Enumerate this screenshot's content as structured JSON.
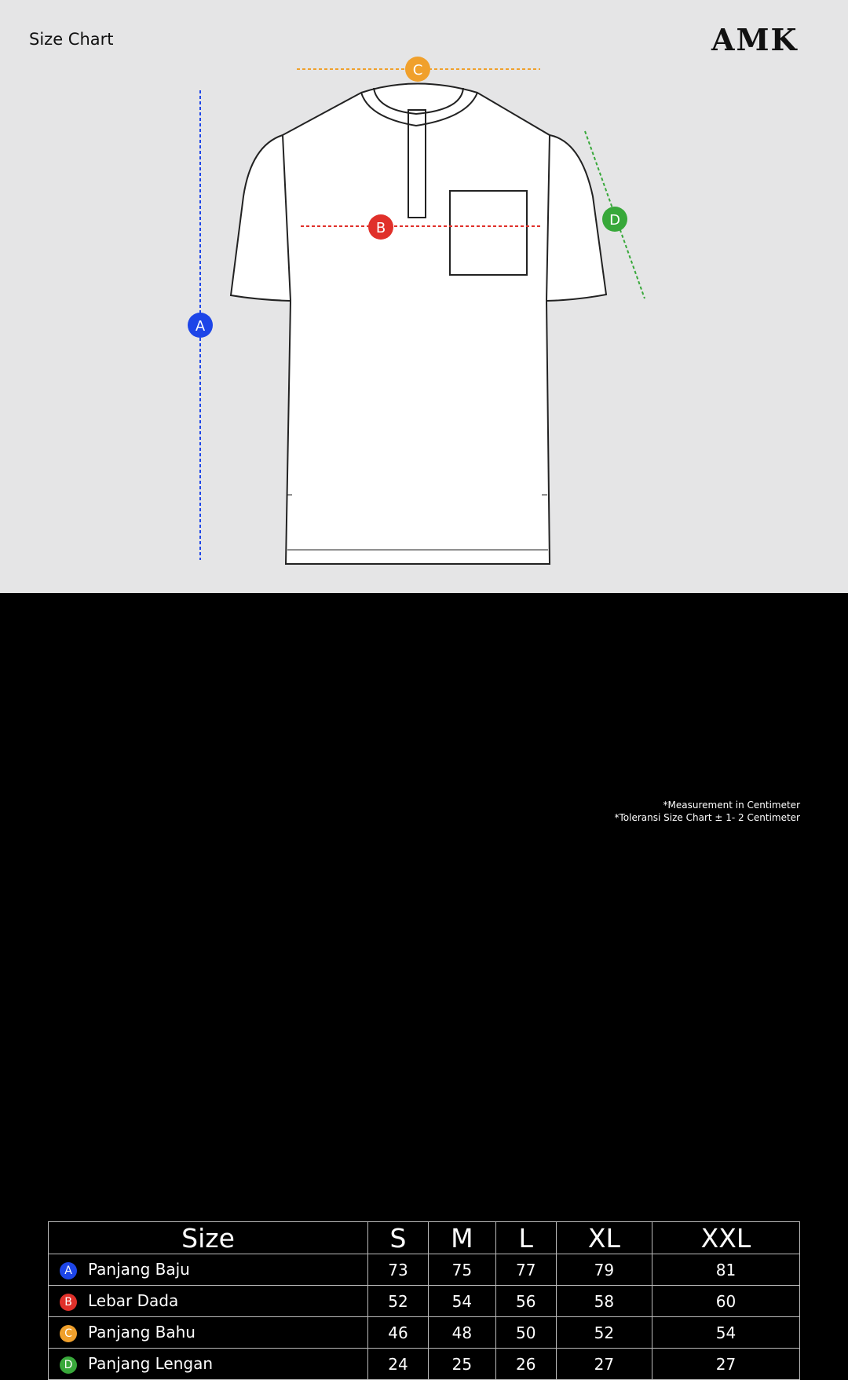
{
  "title": "Size Chart",
  "logo": "AMK",
  "colors": {
    "A": "#1d45e8",
    "B": "#e0302a",
    "C": "#f0a02c",
    "D": "#38a83a",
    "top_bg": "#e5e5e6",
    "bottom_bg": "#000000"
  },
  "markers": {
    "A": "A",
    "B": "B",
    "C": "C",
    "D": "D"
  },
  "table": {
    "header": [
      "Size",
      "S",
      "M",
      "L",
      "XL",
      "XXL"
    ],
    "rows": [
      {
        "key": "A",
        "label": "Panjang Baju",
        "values": [
          "73",
          "75",
          "77",
          "79",
          "81"
        ]
      },
      {
        "key": "B",
        "label": "Lebar Dada",
        "values": [
          "52",
          "54",
          "56",
          "58",
          "60"
        ]
      },
      {
        "key": "C",
        "label": "Panjang Bahu",
        "values": [
          "46",
          "48",
          "50",
          "52",
          "54"
        ]
      },
      {
        "key": "D",
        "label": "Panjang Lengan",
        "values": [
          "24",
          "25",
          "26",
          "27",
          "27"
        ]
      }
    ]
  },
  "notes": [
    "*Measurement in Centimeter",
    "*Toleransi Size Chart ± 1- 2 Centimeter"
  ]
}
